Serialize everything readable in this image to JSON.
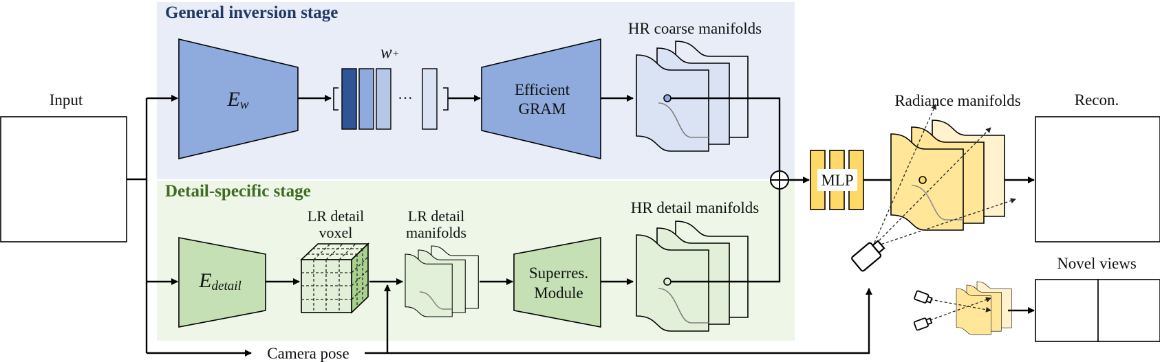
{
  "stages": {
    "general": {
      "title": "General inversion stage",
      "bg": "#e8edf8",
      "title_color": "#1f3864"
    },
    "detail": {
      "title": "Detail-specific stage",
      "bg": "#eef6e8",
      "title_color": "#3f6b22"
    }
  },
  "labels": {
    "input": "Input",
    "encoder_w_main": "E",
    "encoder_w_sub": "w",
    "latent_main": "w",
    "latent_sub": "+",
    "ellipsis": "···",
    "efficient_gram_line1": "Efficient",
    "efficient_gram_line2": "GRAM",
    "hr_coarse": "HR coarse manifolds",
    "encoder_detail_main": "E",
    "encoder_detail_sub": "detail",
    "lr_voxel_line1": "LR detail",
    "lr_voxel_line2": "voxel",
    "lr_manifolds_line1": "LR detail",
    "lr_manifolds_line2": "manifolds",
    "superres_line1": "Superres.",
    "superres_line2": "Module",
    "hr_detail": "HR detail manifolds",
    "mlp": "MLP",
    "radiance": "Radiance manifolds",
    "recon": "Recon.",
    "novel_views": "Novel views",
    "camera_pose": "Camera pose"
  },
  "colors": {
    "blue_fill": "#8faadc",
    "blue_dark": "#2f5597",
    "blue_mid": "#8faadc",
    "blue_light": "#b4c7e7",
    "blue_pale": "#dae3f3",
    "green_fill": "#c5e0b4",
    "yellow_fill": "#ffd966",
    "yellow_pale": "#fff2cc"
  },
  "icons": [
    "plus-circle-icon",
    "camera-icon"
  ]
}
